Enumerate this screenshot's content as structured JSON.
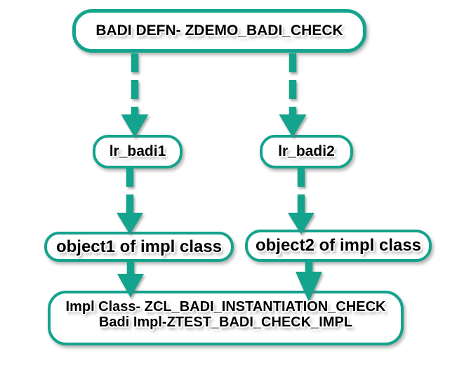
{
  "colors": {
    "accent": "#14a38c",
    "text": "#000000",
    "background": "#ffffff"
  },
  "diagram": {
    "type": "flowchart",
    "nodes": {
      "badi_defn": {
        "label": "BADI DEFN- ZDEMO_BADI_CHECK"
      },
      "lr_badi1": {
        "label": "lr_badi1"
      },
      "lr_badi2": {
        "label": "lr_badi2"
      },
      "object1": {
        "label": "object1 of impl class"
      },
      "object2": {
        "label": "object2 of impl class"
      },
      "impl": {
        "line1": "Impl Class- ZCL_BADI_INSTANTIATION_CHECK",
        "line2": "Badi Impl-ZTEST_BADI_CHECK_IMPL"
      }
    },
    "edges": [
      {
        "from": "badi_defn",
        "to": "lr_badi1",
        "style": "dashed",
        "direction": "down"
      },
      {
        "from": "badi_defn",
        "to": "lr_badi2",
        "style": "dashed",
        "direction": "down"
      },
      {
        "from": "lr_badi1",
        "to": "object1",
        "style": "dashed",
        "direction": "down"
      },
      {
        "from": "lr_badi2",
        "to": "object2",
        "style": "dashed",
        "direction": "down"
      },
      {
        "from": "object1",
        "to": "impl",
        "style": "solid",
        "direction": "down"
      },
      {
        "from": "object2",
        "to": "impl",
        "style": "solid",
        "direction": "down"
      }
    ]
  }
}
